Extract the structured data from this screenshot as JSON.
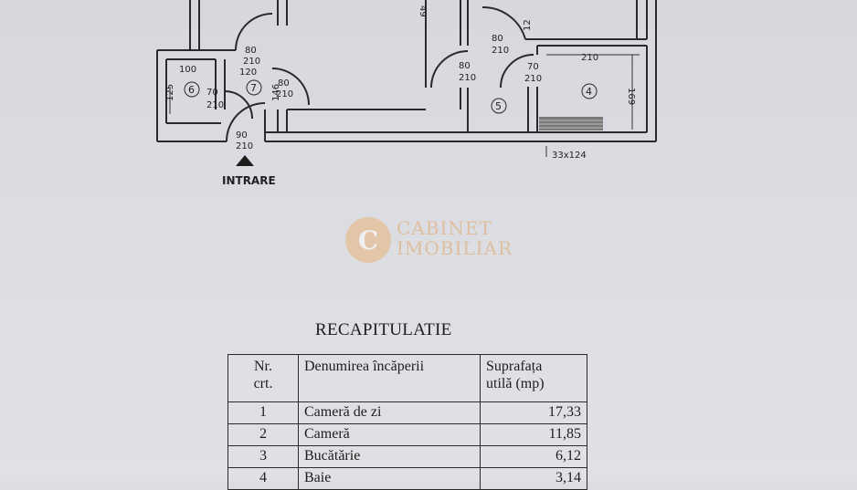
{
  "floor_plan": {
    "entrance_label": "INTRARE",
    "dimensions": [
      "80",
      "210",
      "100",
      "120",
      "125",
      "146",
      "80",
      "210",
      "70",
      "210",
      "90",
      "210",
      "49",
      "12",
      "80",
      "210",
      "80",
      "210",
      "70",
      "210",
      "210",
      "169",
      "33x124"
    ],
    "room_numbers": [
      "6",
      "7",
      "5",
      "4"
    ]
  },
  "watermark": {
    "logo_letter": "C",
    "line1": "CABINET",
    "line2": "IMOBILIAR"
  },
  "recap": {
    "title": "RECAPITULATIE",
    "headers": {
      "nr_line1": "Nr.",
      "nr_line2": "crt.",
      "name": "Denumirea încăperii",
      "area_line1": "Suprafața",
      "area_line2": "utilă (mp)"
    },
    "rows": [
      {
        "nr": "1",
        "name": "Cameră de zi",
        "area": "17,33"
      },
      {
        "nr": "2",
        "name": "Cameră",
        "area": "11,85"
      },
      {
        "nr": "3",
        "name": "Bucătărie",
        "area": "6,12"
      },
      {
        "nr": "4",
        "name": "Baie",
        "area": "3,14"
      }
    ]
  }
}
